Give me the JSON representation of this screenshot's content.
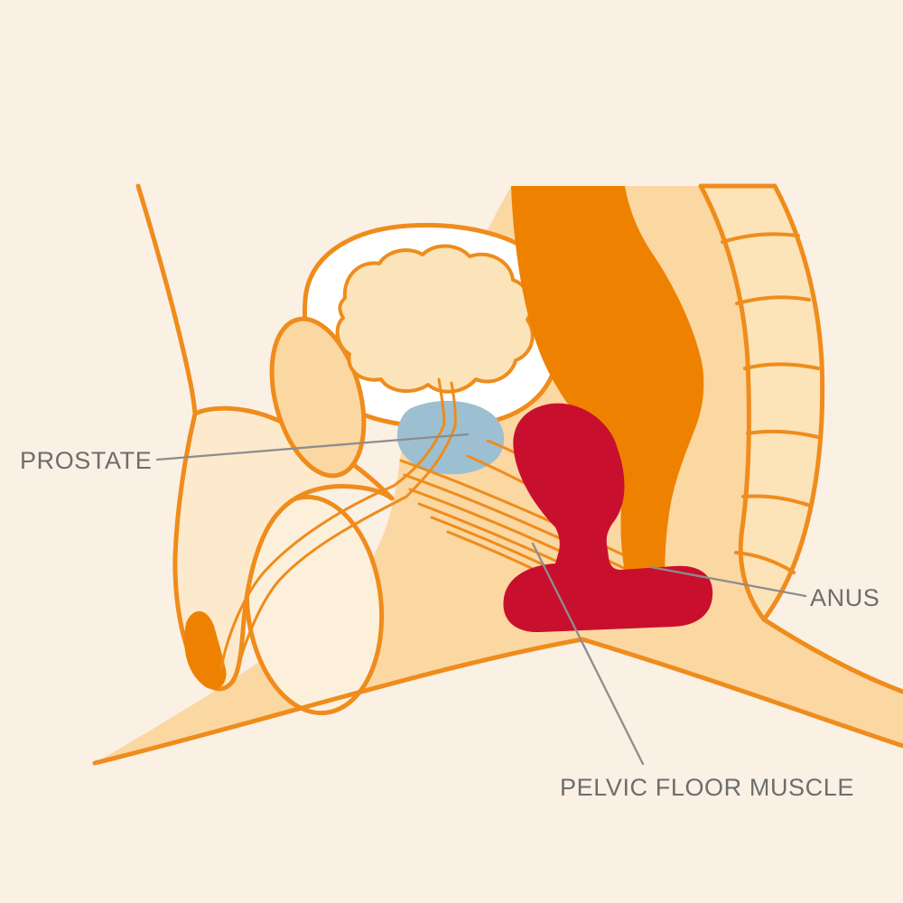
{
  "labels": {
    "prostate": "PROSTATE",
    "anus": "ANUS",
    "pelvic_floor_muscle": "PELVIC FLOOR MUSCLE"
  },
  "colors": {
    "background": "#faf0e4",
    "body_fill": "#fbd7a2",
    "bone_fill": "#fce3b8",
    "bladder_fill": "#fce4ba",
    "white_band": "#ffffff",
    "scrotum_fill": "#fdf0db",
    "penis_fill": "#fdeacc",
    "outline_orange": "#ef8c1c",
    "deep_orange": "#ee8200",
    "plug_red": "#c8102e",
    "prostate_blue": "#9cc0d2",
    "label_gray": "#6d6d6d",
    "leader_gray": "#8d8d8d"
  }
}
